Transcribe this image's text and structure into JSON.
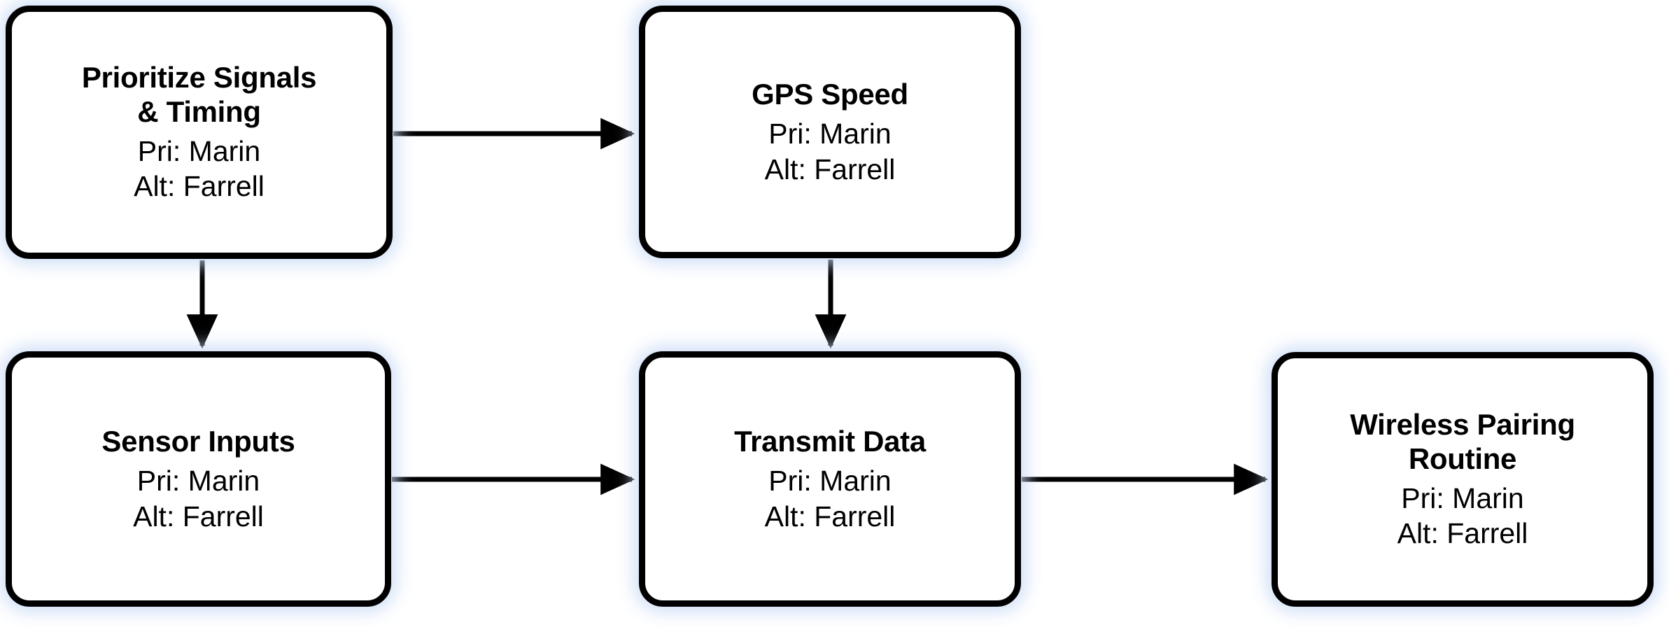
{
  "diagram": {
    "type": "flowchart",
    "background_color": "#ffffff",
    "node_border_color": "#000000",
    "node_fill_color": "#ffffff",
    "node_glow_color": "#c8daf5",
    "edge_color": "#000000",
    "nodes": [
      {
        "id": "prioritize-signals-timing",
        "title": "Prioritize Signals\n& Timing",
        "pri": "Pri: Marin",
        "alt": "Alt: Farrell"
      },
      {
        "id": "gps-speed",
        "title": "GPS Speed",
        "pri": "Pri: Marin",
        "alt": "Alt: Farrell"
      },
      {
        "id": "sensor-inputs",
        "title": "Sensor Inputs",
        "pri": "Pri: Marin",
        "alt": "Alt: Farrell"
      },
      {
        "id": "transmit-data",
        "title": "Transmit Data",
        "pri": "Pri: Marin",
        "alt": "Alt: Farrell"
      },
      {
        "id": "wireless-pairing-routine",
        "title": "Wireless Pairing\nRoutine",
        "pri": "Pri: Marin",
        "alt": "Alt: Farrell"
      }
    ],
    "edges": [
      {
        "from": "prioritize-signals-timing",
        "to": "gps-speed",
        "direction": "right"
      },
      {
        "from": "prioritize-signals-timing",
        "to": "sensor-inputs",
        "direction": "down"
      },
      {
        "from": "gps-speed",
        "to": "transmit-data",
        "direction": "down"
      },
      {
        "from": "sensor-inputs",
        "to": "transmit-data",
        "direction": "right"
      },
      {
        "from": "transmit-data",
        "to": "wireless-pairing-routine",
        "direction": "right"
      }
    ]
  }
}
